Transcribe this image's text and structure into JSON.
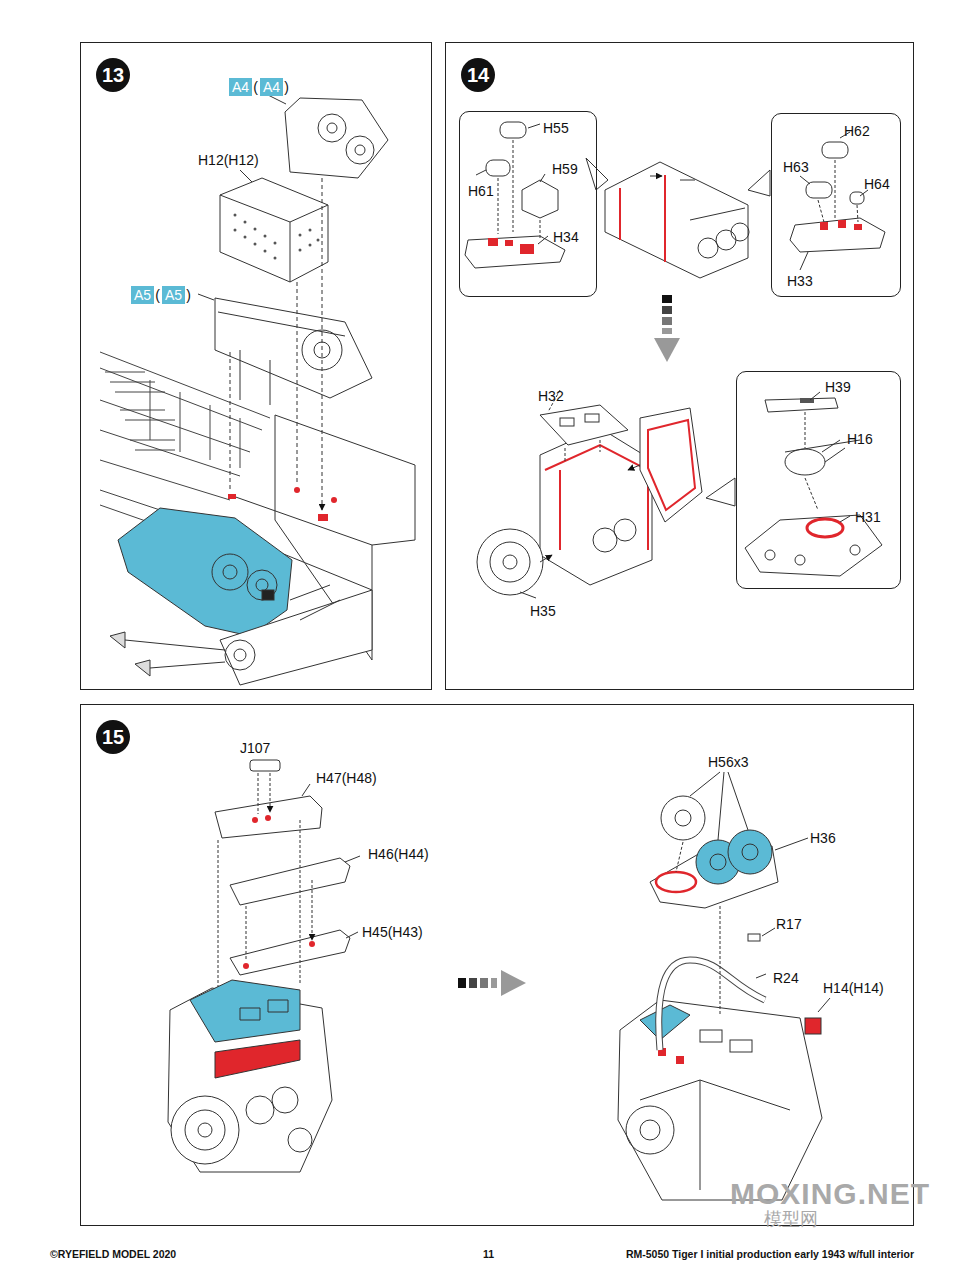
{
  "diagram": {
    "nodes": [
      {
        "text": [
          "13"
        ]
      },
      {
        "text": [
          "A4"
        ],
        "in": 0
      },
      {
        "text": [
          "A4"
        ],
        "in": 0
      },
      {
        "text": [
          "A5"
        ],
        "in": 0
      },
      {
        "text": [
          "A5"
        ],
        "in": 0
      },
      {
        "text": [
          "14"
        ]
      },
      {
        "text": [
          "H55",
          "H61",
          "H59",
          "H34"
        ],
        "in": 5
      },
      {
        "text": [
          "H62",
          "H63",
          "H64",
          "H33"
        ],
        "in": 5
      },
      {
        "text": [
          "H39",
          "H16",
          "H31"
        ],
        "in": 5
      },
      {
        "text": [
          "15"
        ]
      }
    ],
    "labels": [
      "(",
      ")",
      "H12(H12)",
      "(",
      ")",
      "H32",
      "H35",
      "J107",
      "H47(H48)",
      "H46(H44)",
      "H45(H43)",
      "H56x3",
      "H36",
      "R17",
      "R24",
      "H14(H14)",
      "©RYEFIELD MODEL 2020",
      "11",
      "RM-5050 Tiger I initial production early 1943 w/full interior",
      "MOXING.NET",
      "模型网"
    ]
  }
}
